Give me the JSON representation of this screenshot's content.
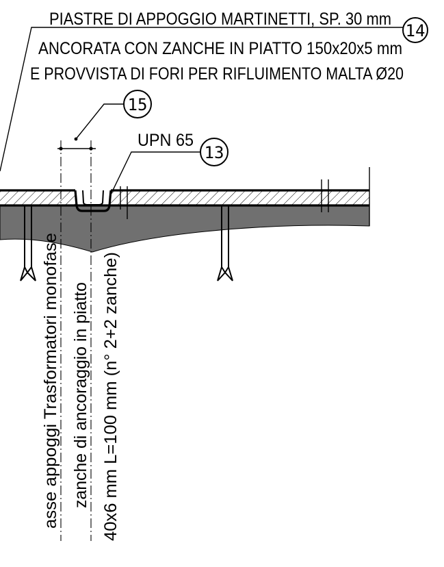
{
  "notes": {
    "line1": "PIASTRE DI APPOGGIO MARTINETTI, SP. 30 mm",
    "line2": "ANCORATA CON ZANCHE IN PIATTO 150x20x5 mm",
    "line3": "E PROVVISTA DI FORI PER RIFLUIMENTO MALTA Ø20",
    "upn": "UPN 65"
  },
  "callouts": {
    "c14": "14",
    "c15": "15",
    "c13": "13"
  },
  "vertical_labels": {
    "asse": "asse appoggi Trasformatori monofase",
    "zanche": "zanche di ancoraggio in piatto",
    "dim": "40x6 mm L=100 mm (n° 2+2 zanche)"
  },
  "colors": {
    "ink": "#000000",
    "ground_fill": "#707070",
    "hatch": "#000000",
    "paper": "#ffffff"
  }
}
